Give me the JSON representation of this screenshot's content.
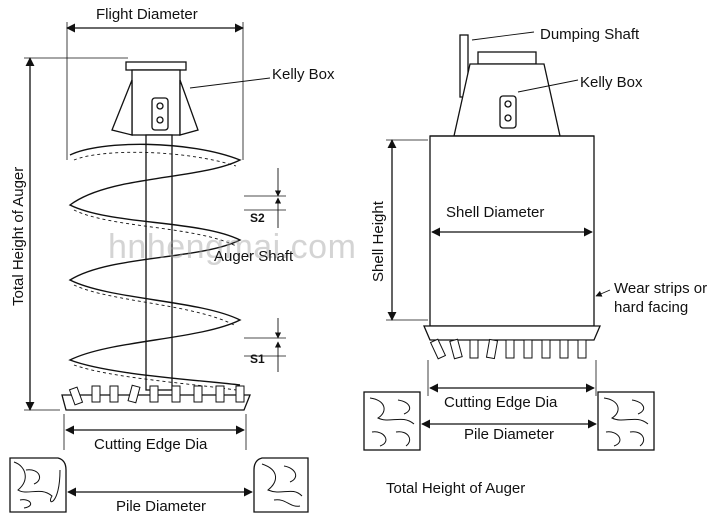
{
  "watermark": "hnhengmai.com",
  "left_diagram": {
    "flight_diameter": "Flight Diameter",
    "kelly_box": "Kelly Box",
    "total_height": "Total Height of Auger",
    "s2": "S2",
    "auger_shaft": "Auger Shaft",
    "s1": "S1",
    "cutting_edge_dia": "Cutting Edge Dia",
    "pile_diameter": "Pile Diameter"
  },
  "right_diagram": {
    "dumping_shaft": "Dumping Shaft",
    "kelly_box": "Kelly Box",
    "shell_height": "Shell Height",
    "shell_diameter": "Shell Diameter",
    "wear_strips_line1": "Wear strips or",
    "wear_strips_line2": "hard facing",
    "cutting_edge_dia": "Cutting Edge Dia",
    "pile_diameter": "Pile Diameter",
    "total_height": "Total Height of Auger"
  },
  "colors": {
    "line": "#111111",
    "fill": "#ffffff",
    "hatch": "#555555"
  }
}
